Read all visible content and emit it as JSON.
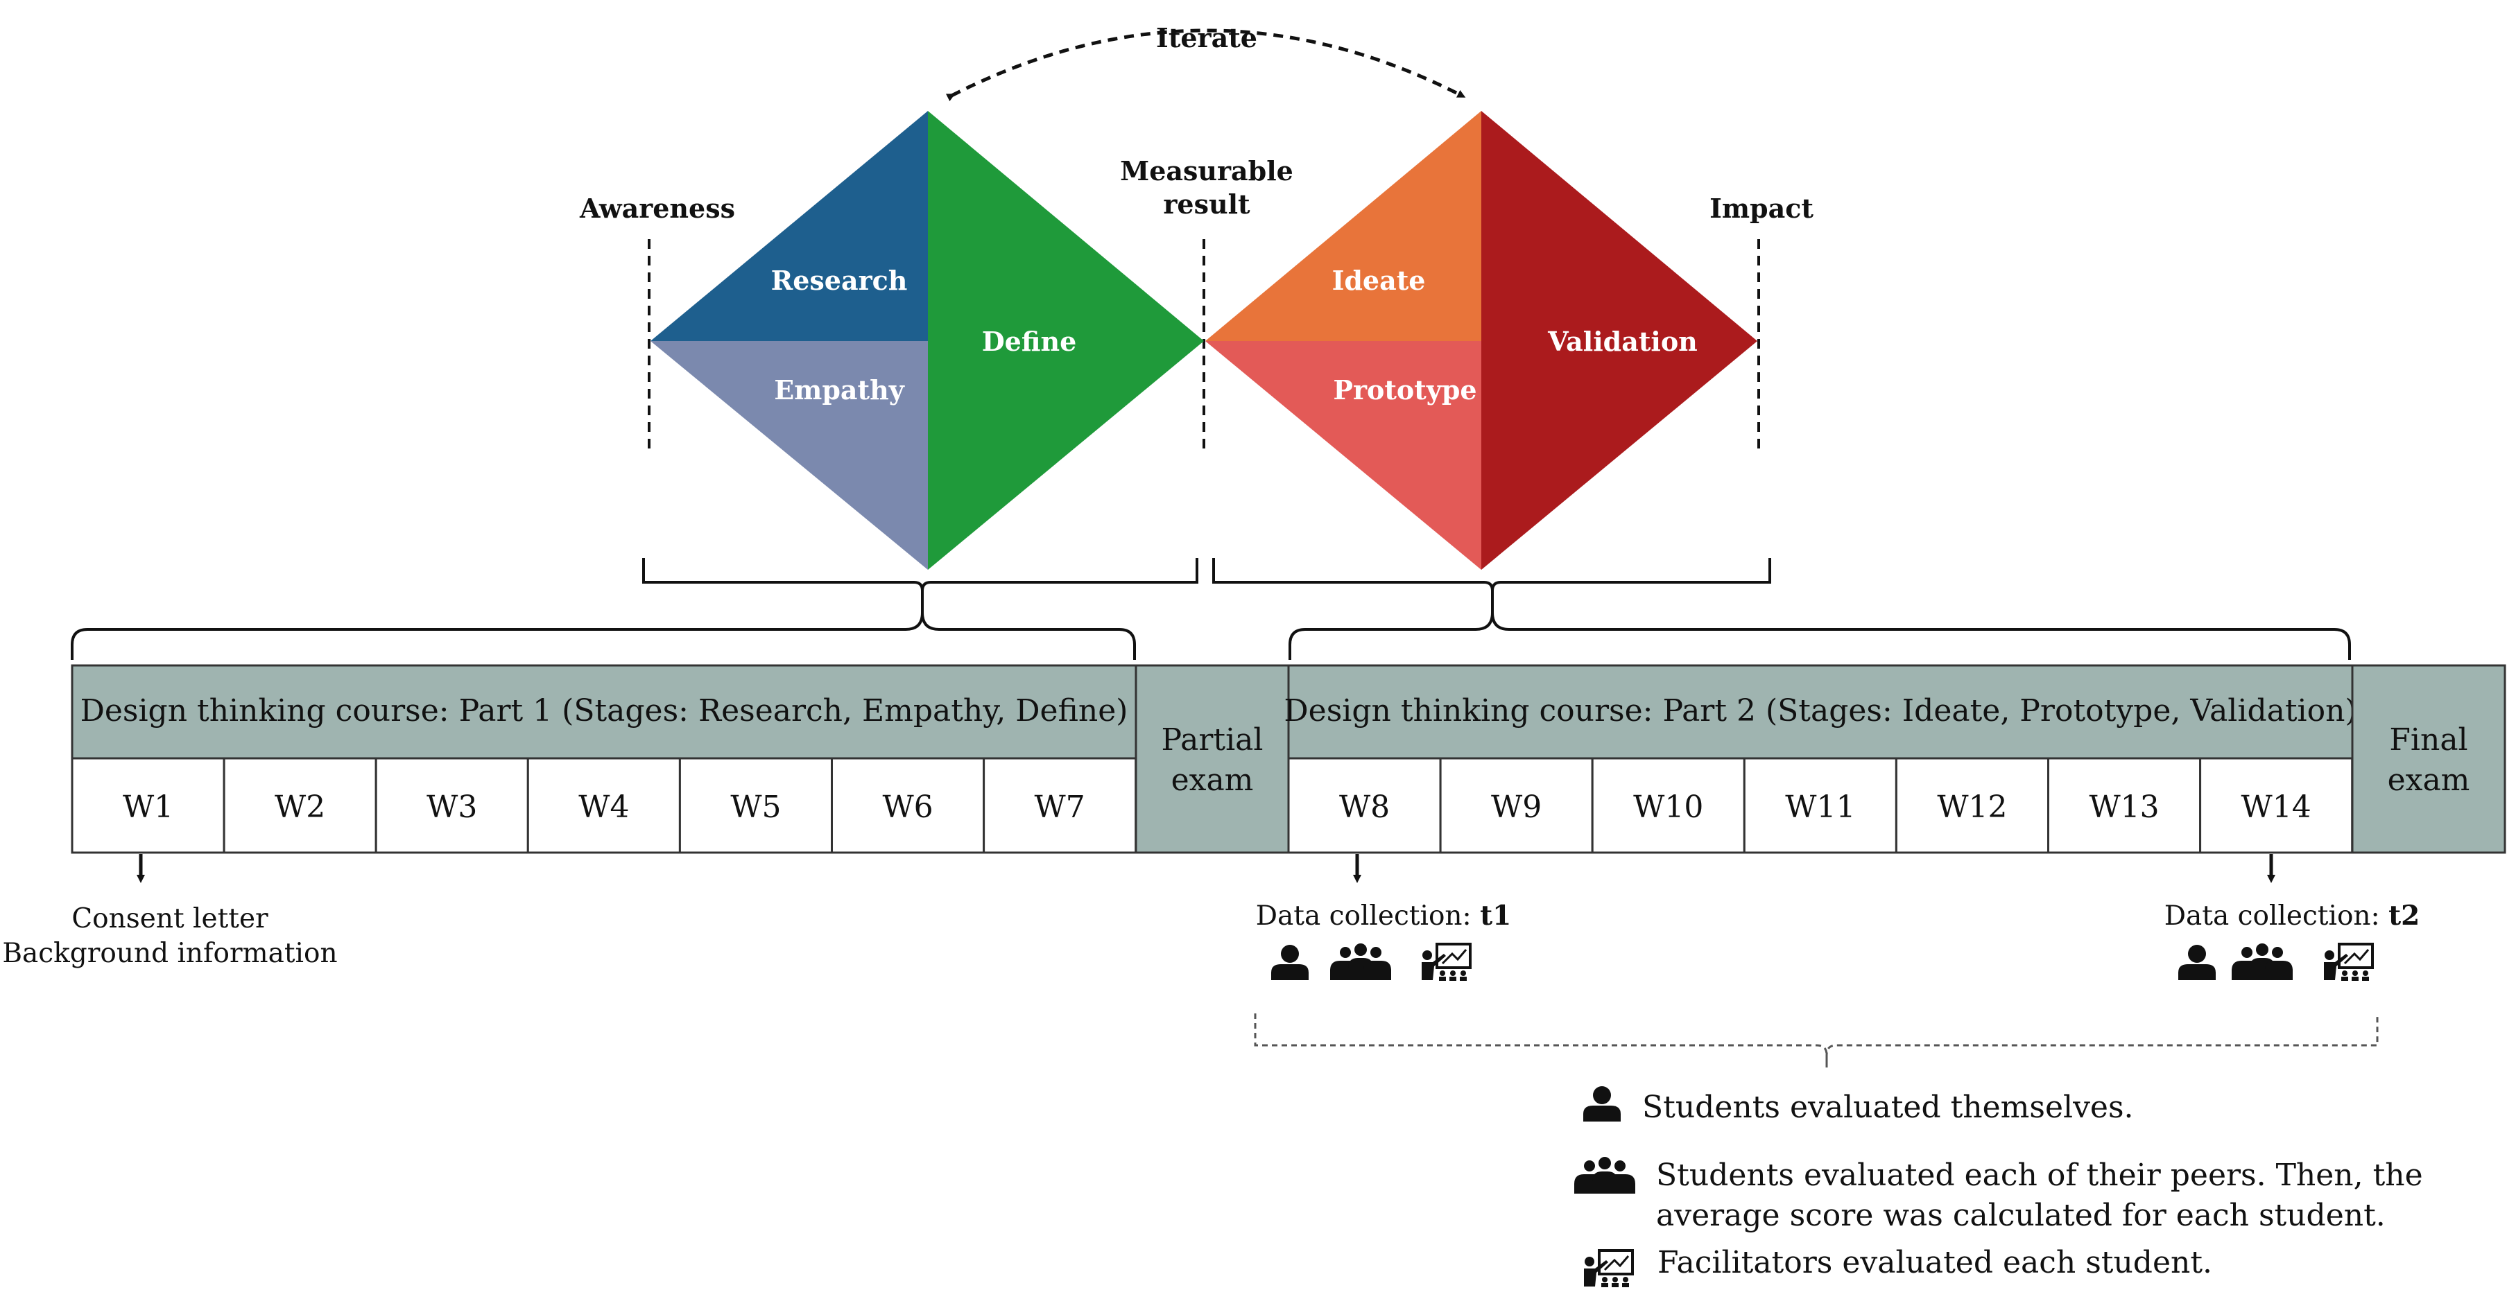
{
  "cycle": {
    "iterate_label": "Iterate"
  },
  "markers": {
    "awareness": "Awareness",
    "measurable_result": [
      "Measurable",
      "result"
    ],
    "impact": "Impact"
  },
  "diamond1": {
    "research": "Research",
    "empathy": "Empathy",
    "define": "Define",
    "colors": {
      "research": "#1e5f8e",
      "empathy": "#7b89ae",
      "define": "#1f9a3a"
    }
  },
  "diamond2": {
    "ideate": "Ideate",
    "prototype": "Prototype",
    "validation": "Validation",
    "colors": {
      "ideate": "#e8743a",
      "prototype": "#e35a57",
      "validation": "#ab1b1d"
    }
  },
  "timeline": {
    "part1_title": "Design thinking course: Part 1 (Stages: Research, Empathy, Define)",
    "part2_title": "Design thinking course: Part 2 (Stages: Ideate, Prototype, Validation)",
    "partial_exam": [
      "Partial",
      "exam"
    ],
    "final_exam": [
      "Final",
      "exam"
    ],
    "weeks_part1": [
      "W1",
      "W2",
      "W3",
      "W4",
      "W5",
      "W6",
      "W7"
    ],
    "weeks_part2": [
      "W8",
      "W9",
      "W10",
      "W11",
      "W12",
      "W13",
      "W14"
    ],
    "header_color": "#9fb4b0"
  },
  "notes": {
    "w1": [
      "Consent letter",
      "Background information"
    ],
    "t1_prefix": "Data collection: ",
    "t1_label": "t1",
    "t2_prefix": "Data collection: ",
    "t2_label": "t2"
  },
  "legend": {
    "self": "Students evaluated themselves.",
    "peers": [
      "Students evaluated each of their peers. Then, the",
      "average score was calculated for each student."
    ],
    "facilitators": "Facilitators evaluated each student.",
    "icons": [
      "person-icon",
      "group-icon",
      "teacher-icon"
    ]
  }
}
